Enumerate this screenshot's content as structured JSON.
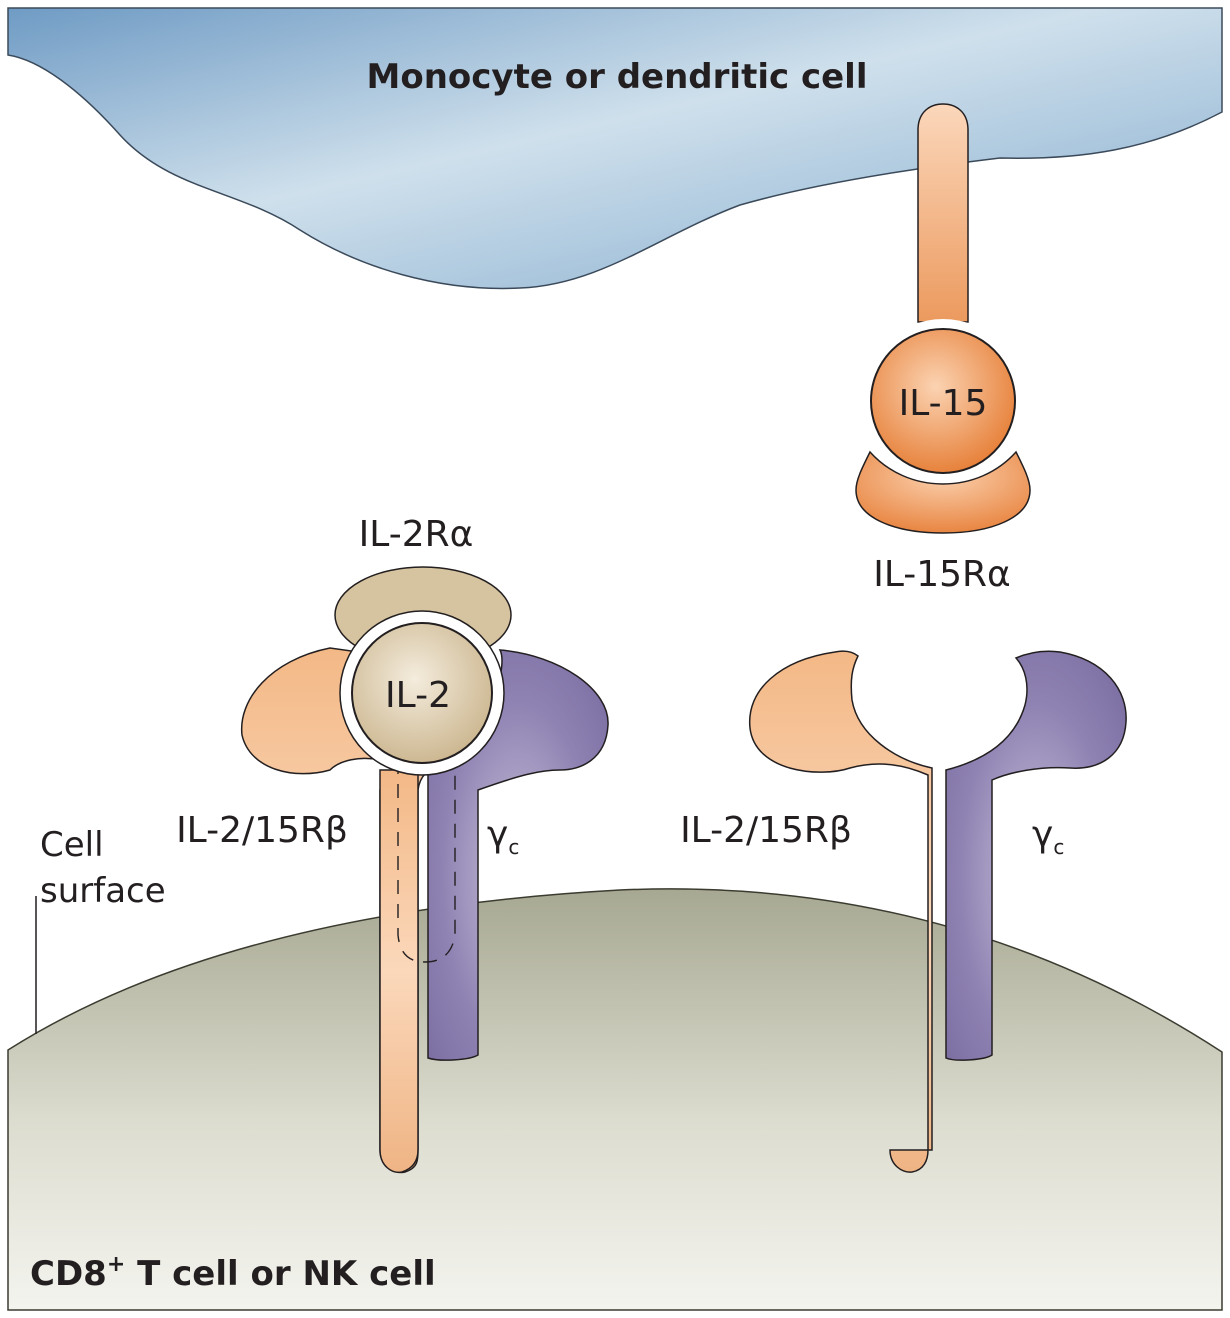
{
  "cells": {
    "top_cell_label": "Monocyte or dendritic cell",
    "bottom_cell_label_prefix": "CD8",
    "bottom_cell_label_sup": "+",
    "bottom_cell_label_suffix": " T cell or NK cell"
  },
  "surface": {
    "line1": "Cell",
    "line2": "surface"
  },
  "left_complex": {
    "ligand": "IL-2",
    "alpha_chain": "IL-2Rα",
    "beta_chain": "IL-2/15Rβ",
    "gamma_main": "γ",
    "gamma_sub": "c"
  },
  "right_complex": {
    "ligand": "IL-15",
    "alpha_chain": "IL-15Rα",
    "beta_chain": "IL-2/15Rβ",
    "gamma_main": "γ",
    "gamma_sub": "c"
  },
  "colors": {
    "top_cell": "#8fb4d4",
    "bottom_cell": "#c9c9b8",
    "beta_chain": "#f3c39c",
    "gamma_chain": "#8476a8",
    "il2": "#dccbad",
    "il2r_alpha": "#d6c39f",
    "il15": "#ec8b48"
  }
}
